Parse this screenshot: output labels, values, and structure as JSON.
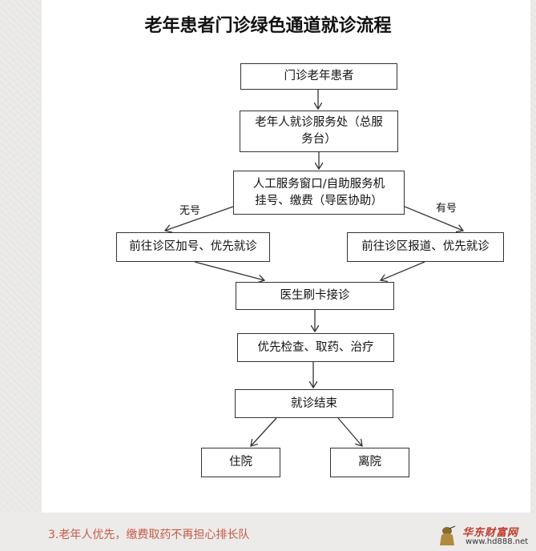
{
  "title": "老年患者门诊绿色通道就诊流程",
  "nodes": {
    "start": "门诊老年患者",
    "service_desk": "老年人就诊服务处（总服务台）",
    "register_line1": "人工服务窗口/自助服务机",
    "register_line2": "挂号、缴费（导医协助）",
    "no_number_path": "前往诊区加号、优先就诊",
    "has_number_path": "前往诊区报道、优先就诊",
    "doctor": "医生刷卡接诊",
    "exam": "优先检查、取药、治疗",
    "end": "就诊结束",
    "hospitalize": "住院",
    "leave": "离院"
  },
  "edge_labels": {
    "no_number": "无号",
    "has_number": "有号"
  },
  "caption": "3.老年人优先，缴费取药不再担心排长队",
  "watermark": {
    "name": "华东财富网",
    "url": "www.hd888.net"
  },
  "colors": {
    "caption": "#c65a45",
    "watermark": "#c0392b",
    "box_border": "#333333"
  }
}
